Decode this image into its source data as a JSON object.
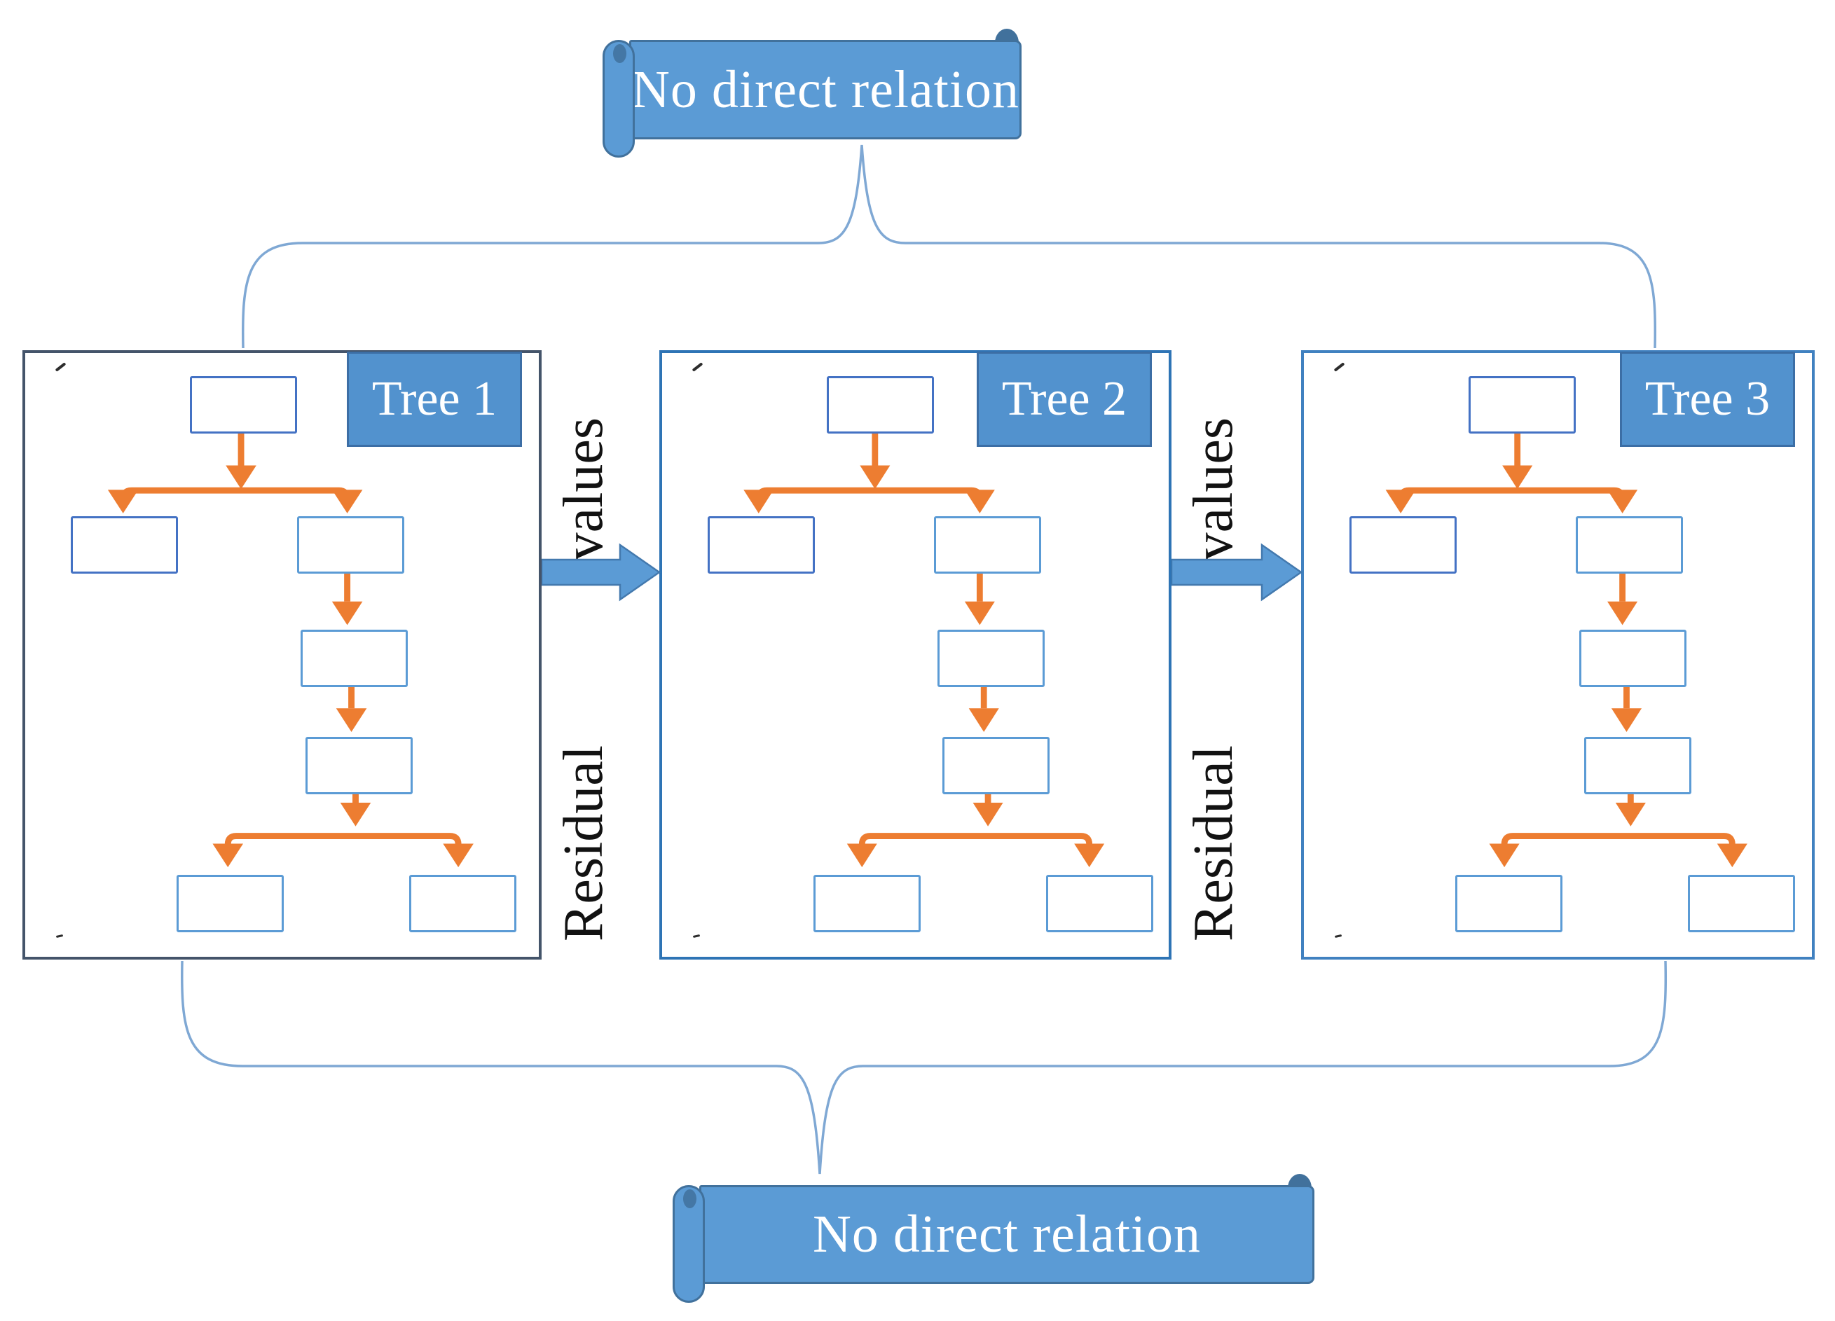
{
  "top_banner": {
    "text": "No direct relation"
  },
  "bottom_banner": {
    "text": "No direct relation"
  },
  "trees": [
    {
      "label": "Tree 1"
    },
    {
      "label": "Tree 2"
    },
    {
      "label": "Tree 3"
    }
  ],
  "connectors": [
    {
      "label": "Residual values",
      "words": [
        "Residual",
        "values"
      ]
    },
    {
      "label": "Residual values",
      "words": [
        "Residual",
        "values"
      ]
    }
  ],
  "colors": {
    "banner_fill": "#5B9BD5",
    "banner_border": "#41719C",
    "label_fill": "#5292CE",
    "label_border": "#3C6EA5",
    "node_dark_border": "#4472C4",
    "node_light_border": "#5B9BD5",
    "arrow_orange": "#ED7D31",
    "connector_blue": "#5B9BD5",
    "connector_blue_border": "#4379AE",
    "brace_blue": "#7FA8D4",
    "tree_borders": [
      "#44546A",
      "#2E74B5",
      "#4081C0"
    ]
  }
}
